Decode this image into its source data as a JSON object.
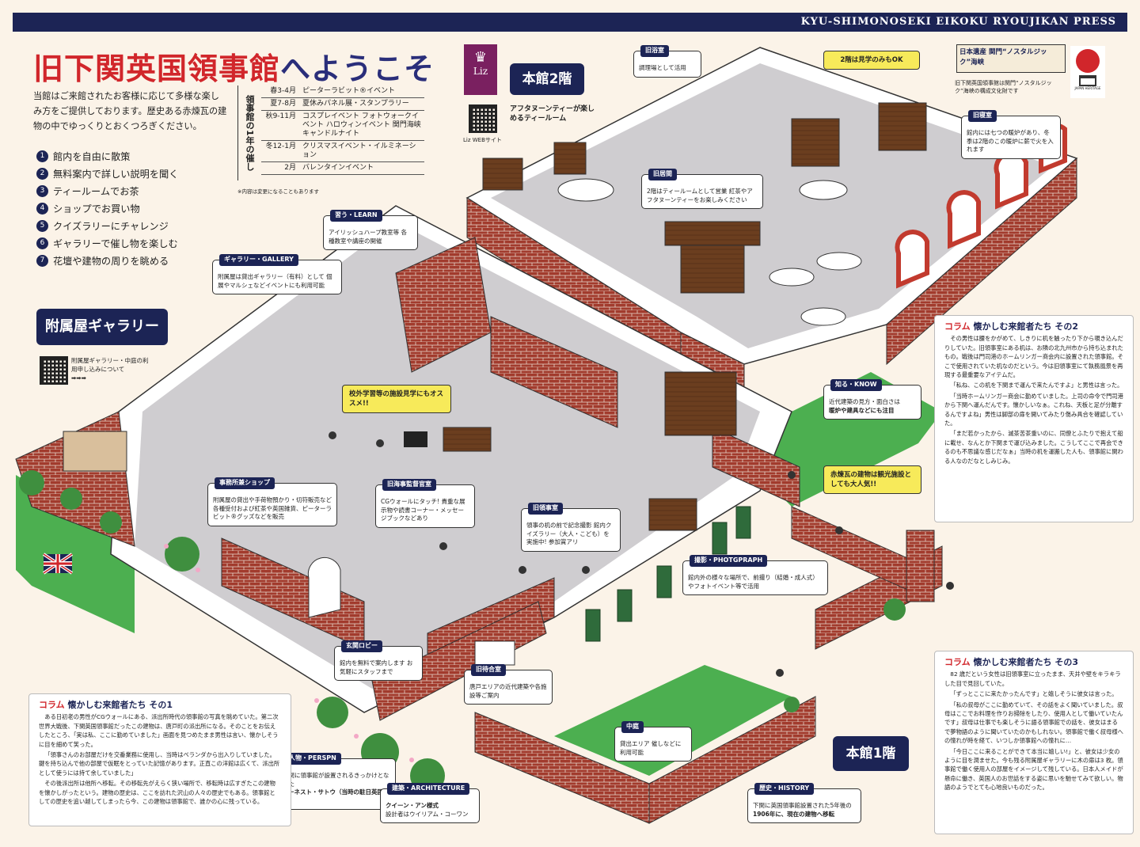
{
  "header": {
    "press": "KYU-SHIMONOSEKI EIKOKU RYOUJIKAN PRESS"
  },
  "title": {
    "main": "旧下関英国領事館",
    "suffix": "へようこそ"
  },
  "intro": "当館はご来館されたお客様に応じて多様な楽しみ方をご提供しております。歴史ある赤煉瓦の建物の中でゆっくりとおくつろぎください。",
  "events": {
    "label": "領事館の1年の催し",
    "rows": [
      {
        "season": "春3-4月",
        "text": "ピーターラビット®イベント"
      },
      {
        "season": "夏7-8月",
        "text": "夏休みパネル展・スタンプラリー"
      },
      {
        "season": "秋9-11月",
        "text": "コスプレイベント フォトウォークイベント ハロウィンイベント 関門海峡キャンドルナイト"
      },
      {
        "season": "冬12-1月",
        "text": "クリスマスイベント・イルミネーション"
      },
      {
        "season": "2月",
        "text": "バレンタインイベント"
      }
    ],
    "note": "※内容は変更になることもあります"
  },
  "activities": [
    {
      "num": "1",
      "text": "館内を自由に散策"
    },
    {
      "num": "2",
      "text": "無料案内で詳しい説明を聞く"
    },
    {
      "num": "3",
      "text": "ティールームでお茶"
    },
    {
      "num": "4",
      "text": "ショップでお買い物"
    },
    {
      "num": "5",
      "text": "クイズラリーにチャレンジ"
    },
    {
      "num": "6",
      "text": "ギャラリーで催し物を楽しむ"
    },
    {
      "num": "7",
      "text": "花壇や建物の周りを眺める"
    }
  ],
  "liz": {
    "logo": "Liz",
    "caption": "Liz WEBサイト"
  },
  "floor2": {
    "label": "本館2階",
    "tearoom": "アフタヌーンティーが楽しめるティールーム"
  },
  "floor1": {
    "label": "本館1階"
  },
  "annex": {
    "label": "附属屋ギャラリー",
    "qr_caption": "附属屋ギャラリー・中庭の利用申し込みについて",
    "arrows": "➡➡➡"
  },
  "heritage": {
    "badge": "日本遺産 関門“ノスタルジック”海峡",
    "text": "旧下関英国領事館は関門“ノスタルジック”海峡の構成文化財です",
    "mark": "JAPAN HERITAGE"
  },
  "callouts": {
    "bath": {
      "h": "旧浴室",
      "t": "調理場として活用"
    },
    "f2only": {
      "t": "2階は見学のみもOK"
    },
    "bedroom": {
      "h": "旧寝室",
      "t": "館内には七つの暖炉があり、冬季は2階のこの暖炉に薪で火を入れます"
    },
    "living": {
      "h": "旧居間",
      "t": "2階はティールームとして営業 紅茶やアフタヌーンティーをお楽しみください"
    },
    "learn": {
      "h": "習う・LEARN",
      "t": "アイリッシュハープ教室等 各種教室や講座の開催"
    },
    "gallery": {
      "h": "ギャラリー・GALLERY",
      "t": "附属屋は貸出ギャラリー（有料）として 個展やマルシェなどイベントにも利用可能"
    },
    "school": {
      "t": "校外学習等の施設見学にもオススメ!!"
    },
    "know": {
      "h": "知る・KNOW",
      "t1": "近代建築の見方・面白さは",
      "t2": "暖炉や建具などにも注目"
    },
    "redbrick": {
      "t": "赤煉瓦の建物は観光施設としても大人気!!"
    },
    "shop": {
      "h": "事務所兼ショップ",
      "t": "附属屋の貸出や手荷物預かり・切符販売など各種受付および紅茶や英国雑貨、ピーターラビット®グッズなどを販売"
    },
    "supervisor": {
      "h": "旧海事監督官室",
      "t": "CGウォールにタッチ! 貴重な展示物や読書コーナー・メッセージブックなどあり"
    },
    "consul": {
      "h": "旧領事室",
      "t": "領事の机の前で記念撮影 館内クイズラリー（大人・こども）を実施中! 参加賞アリ"
    },
    "photo": {
      "h": "撮影・PHOTGPRAPH",
      "t": "館内外の様々な場所で、前撮り（結婚・成人式）やフォトイベント等で活用"
    },
    "lobby": {
      "h": "玄関ロビー",
      "t": "館内を無料で案内します お気軽にスタッフまで"
    },
    "waiting": {
      "h": "旧待合室",
      "t": "唐戸エリアの近代建築や各施設等ご案内"
    },
    "courtyard": {
      "h": "中庭",
      "t": "貸出エリア 催しなどに利用可能"
    },
    "person": {
      "h": "人物・PERSPN",
      "t1": "下関に領事館が設置されるきっかけとなった",
      "t2": "アーネスト・サトウ（当時の駐日英国公使）"
    },
    "architecture": {
      "h": "建築・ARCHITECTURE",
      "t1": "クイーン・アン様式",
      "t2": "設計者はウイリアム・コーワン"
    },
    "history": {
      "h": "歴史・HISTORY",
      "t1": "下関に英国領事館設置された5年後の",
      "t2": "1906年に、現在の建物へ移転"
    }
  },
  "column1": {
    "kicker": "コラム",
    "title": "懐かしむ来館者たち その1",
    "paras": [
      "ある日初老の男性がCGウォールにある、派出所時代の領事館の写真を眺めていた。第二次世界大戦後、下関英国領事館だったこの建物は、唐戸町の派出所になる。そのことをお伝えしたところ、「実は私、ここに勤めていました」画面を見つめたまま男性は言い、懐かしそうに目を細めて笑った。",
      "「領事さんのお部屋だけを交番業務に使用し、当時はベランダから出入りしていました。鍵を持ち込んで他の部屋で仮眠をとっていた記憶があります。正直この洋館は広くて、派出所として使うには持て余していました」",
      "その後派出所は他所へ移転。その移転先がえらく狭い場所で、移転時は広すぎたこの建物を懐かしがったという。建物の歴史は、ここを訪れた沢山の人々の歴史でもある。領事館としての歴史を追い越してしまったら今、この建物は領事館で、誰かの心に残っている。"
    ]
  },
  "column2": {
    "kicker": "コラム",
    "title": "懐かしむ来館者たち その2",
    "paras": [
      "その男性は腰をかがめて、しきりに机を触ったり下から覗き込んだりしていた。旧領事室にある机は、お隣の北九州市から持ち込まれたもの。戦後は門司港のホームリンガー商会内に設置された領事館。そこで使用されていた机なのだという。今は旧領事室にて執務風景を再現する最重要なアイテムだ。",
      "「私ね、この机を下関まで運んで来たんですよ」と男性は言った。",
      "「当時ホームリンガー商会に勤めていました。上司の命令で門司港から下関へ運んだんです。懐かしいなぁ。これね、天板と足が分離するんですよね」男性は脚部の扉を開いてみたり傷み具合を確認していた。",
      "「まだ若かったから、滅茶苦茶重いのに、同僚とふたりで抱えて船に載せ、なんとか下関まで運び込みました。こうしてここで再会できるのも不思議な感じだなぁ」当時の机を運搬した人も、領事館に関わる人なのだなとしみじみ。"
    ]
  },
  "column3": {
    "kicker": "コラム",
    "title": "懐かしむ来館者たち その3",
    "paras": [
      "82 歳だという女性は旧領事室に立ったまま、天井や壁をキラキラした目で見回していた。",
      "「ずっとここに来たかったんです」と嬉しそうに彼女は言った。",
      "「私の叔母がここに勤めていて、その話をよく聞いていました。叔母はここでお料理を作りお掃除をしたり、使用人として働いていたんです」叔母は仕事でも楽しそうに語る領事館での話を、彼女はまるで夢物語のように聞いていたのかもしれない。領事館で働く叔母様への憧れが時を経て、いつしか領事館への憧れに…",
      "「今日ここに来ることができて本当に嬉しい!」と、彼女は少女のように目を潤ませた。今も残る附属屋ギャラリーに木の扉は3 枚。領事館で働く使用人の部屋をイメージして残している。日本人メイドが懸命に働き、英国人のお世話をする姿に思いを馳せてみて欲しい。物語のようでとても心地良いものだった。"
    ]
  },
  "colors": {
    "navy": "#1c2455",
    "red": "#d1262b",
    "brick": "#9e3b2c",
    "floor": "#cfcdd0",
    "grass": "#4caf50",
    "callout_yellow": "#f7ea5a"
  }
}
